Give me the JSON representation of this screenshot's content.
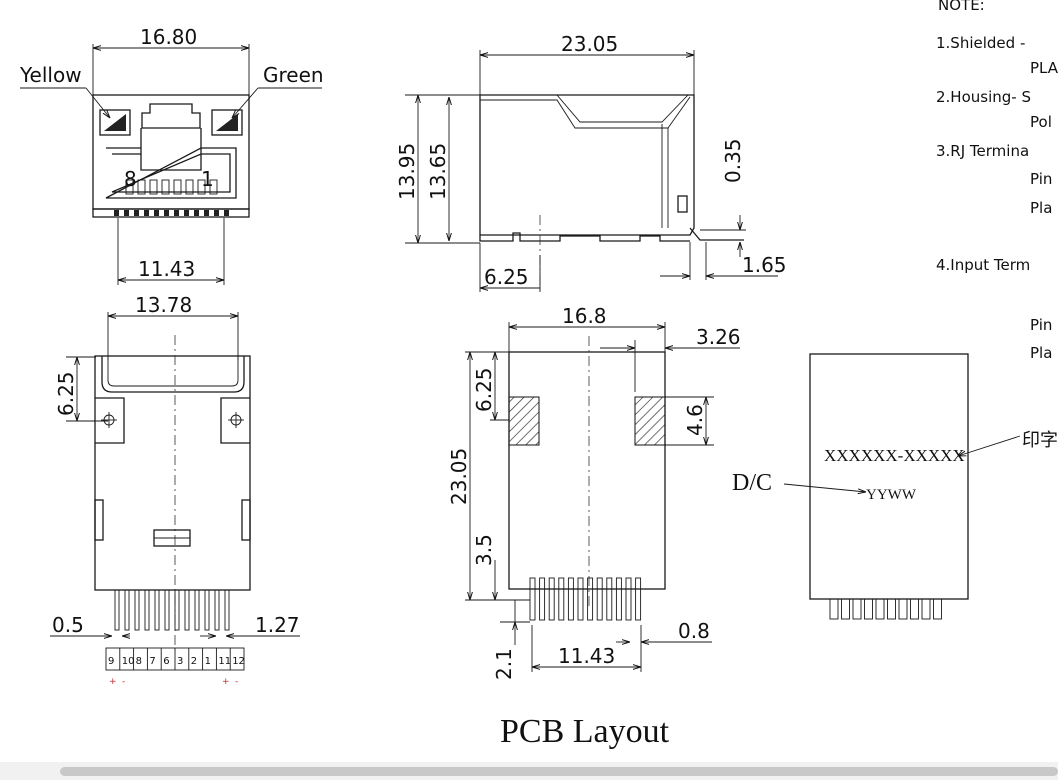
{
  "front_view": {
    "width_dim": "16.80",
    "led_left": "Yellow",
    "led_right": "Green",
    "pin_8": "8",
    "pin_1": "1",
    "bottom_dim": "11.43"
  },
  "side_view": {
    "length_dim": "23.05",
    "height_outer": "13.95",
    "height_inner": "13.65",
    "thickness": "0.35",
    "offset": "6.25",
    "lead": "1.65"
  },
  "bottom_view": {
    "width_dim": "13.78",
    "offset_dim": "6.25",
    "pitch_small": "0.5",
    "pitch_large": "1.27",
    "pin_numbers": [
      "9",
      "10",
      "8",
      "7",
      "6",
      "3",
      "2",
      "1",
      "11",
      "12"
    ],
    "polarity": [
      "+",
      "-",
      "+",
      "-"
    ]
  },
  "pcb_layout": {
    "width_dim": "16.8",
    "pad_width": "3.26",
    "pad_height": "4.6",
    "top_offset": "6.25",
    "length_dim": "23.05",
    "tail_offset": "3.5",
    "pin_len": "2.1",
    "pin_pitch_span": "11.43",
    "pin_width": "0.8",
    "title": "PCB Layout"
  },
  "marking": {
    "part": "XXXXXX-XXXXX",
    "date_label": "D/C",
    "date_code": "YYWW",
    "print_label": "印字"
  },
  "notes": {
    "header": "NOTE:",
    "items": [
      {
        "n": "1.Shielded -",
        "l2": "PLA"
      },
      {
        "n": "2.Housing- S",
        "l2": "Pol"
      },
      {
        "n": "3.RJ Termina",
        "l2": "Pin",
        "l3": "Pla"
      },
      {
        "n": "4.Input Term",
        "l2": "Pin",
        "l3": "Pla"
      }
    ]
  }
}
